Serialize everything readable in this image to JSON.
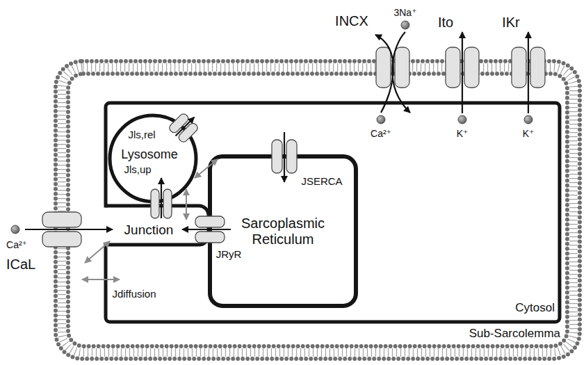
{
  "diagram": {
    "nodes": [
      {
        "text": [
          "Sub-Sarcolemma"
        ]
      },
      {
        "text": [
          "Cytosol"
        ],
        "in": 0
      },
      {
        "text": [
          "Lysosome"
        ],
        "in": 1
      },
      {
        "text": [
          "Sarcoplasmic Reticulum"
        ],
        "in": 1
      },
      {
        "text": [
          "Junction"
        ],
        "in": 0
      }
    ],
    "edges": [
      {
        "from": 3,
        "to": 4,
        "arrow": "to",
        "label": "JRyR"
      },
      {
        "from": 4,
        "to": 2,
        "arrow": "to",
        "label": "Jls,up"
      },
      {
        "from": 2,
        "to": 1,
        "arrow": "to",
        "label": "Jls,rel"
      },
      {
        "from": 1,
        "to": 3,
        "arrow": "to",
        "label": "JSERCA"
      },
      {
        "from": 2,
        "to": 4,
        "arrow": "both"
      },
      {
        "from": 2,
        "to": 3,
        "arrow": "both"
      },
      {
        "from": 0,
        "to": 4,
        "arrow": "both"
      },
      {
        "from": 0,
        "to": 1,
        "arrow": "both",
        "label": "Jdiffusion"
      }
    ],
    "labels": [
      "INCX",
      "3Na⁺",
      "Ito",
      "IKr",
      "Ca²⁺",
      "K⁺",
      "K⁺",
      "Ca²⁺",
      "ICaL"
    ]
  }
}
